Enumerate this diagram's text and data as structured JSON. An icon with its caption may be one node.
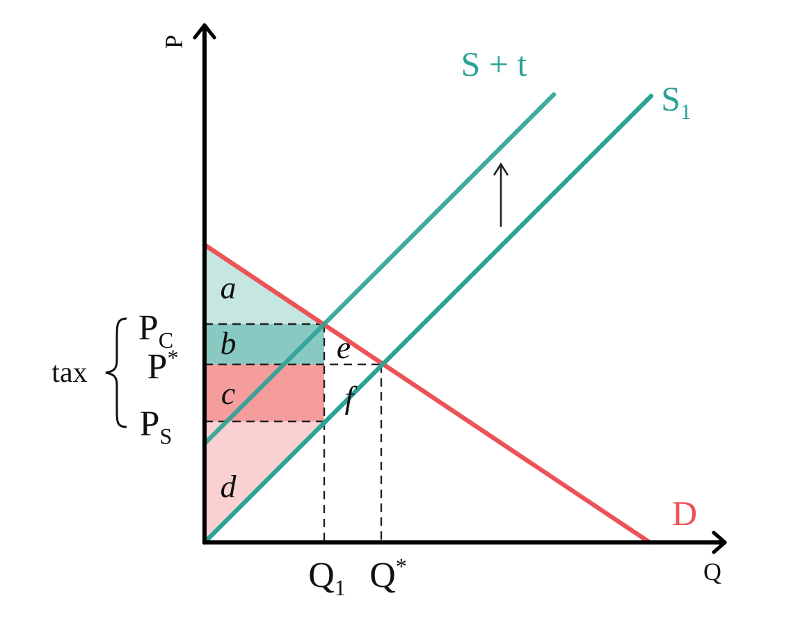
{
  "diagram": {
    "labels": [
      "P",
      "S + t",
      "S$_{1}$",
      "a",
      "P$_{C}$",
      "b",
      "e",
      "P$^{*}$",
      "tax",
      "c",
      "f",
      "P$_{S}$",
      "d",
      "D",
      "Q$_{1}$",
      "Q$^{*}$",
      "Q"
    ]
  }
}
